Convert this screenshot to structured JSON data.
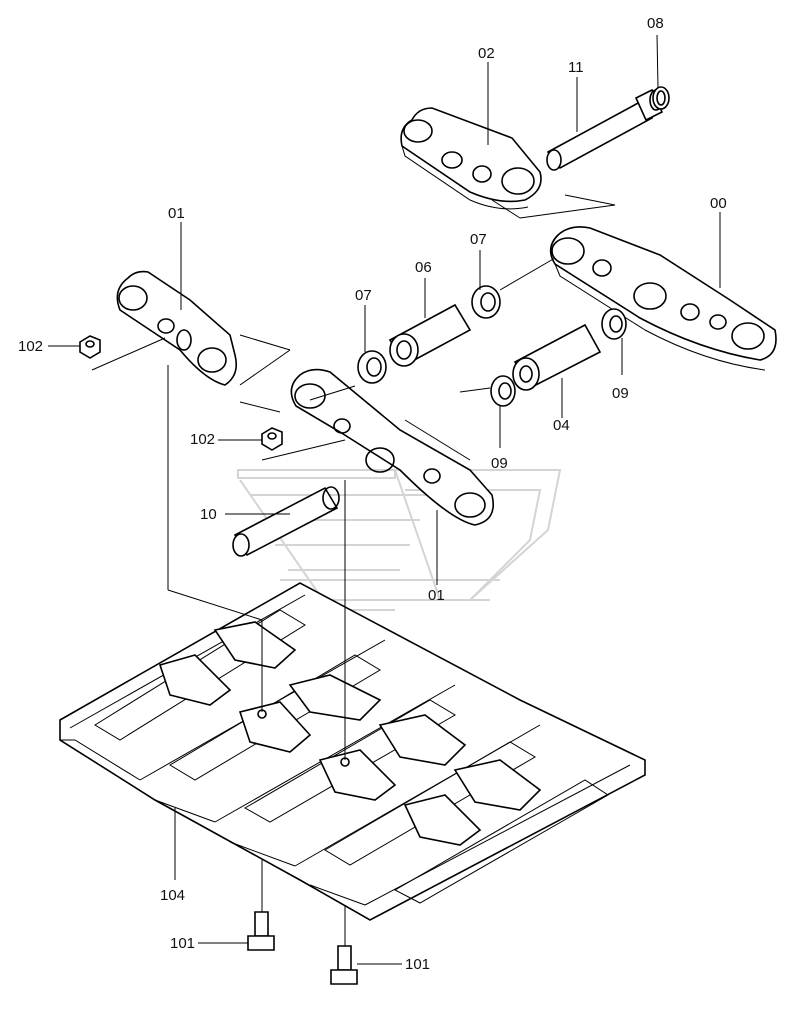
{
  "labels": {
    "p00": "00",
    "p01a": "01",
    "p01b": "01",
    "p02": "02",
    "p04": "04",
    "p06": "06",
    "p07a": "07",
    "p07b": "07",
    "p08": "08",
    "p09a": "09",
    "p09b": "09",
    "p10": "10",
    "p11": "11",
    "p101a": "101",
    "p101b": "101",
    "p102a": "102",
    "p102b": "102",
    "p104": "104"
  }
}
